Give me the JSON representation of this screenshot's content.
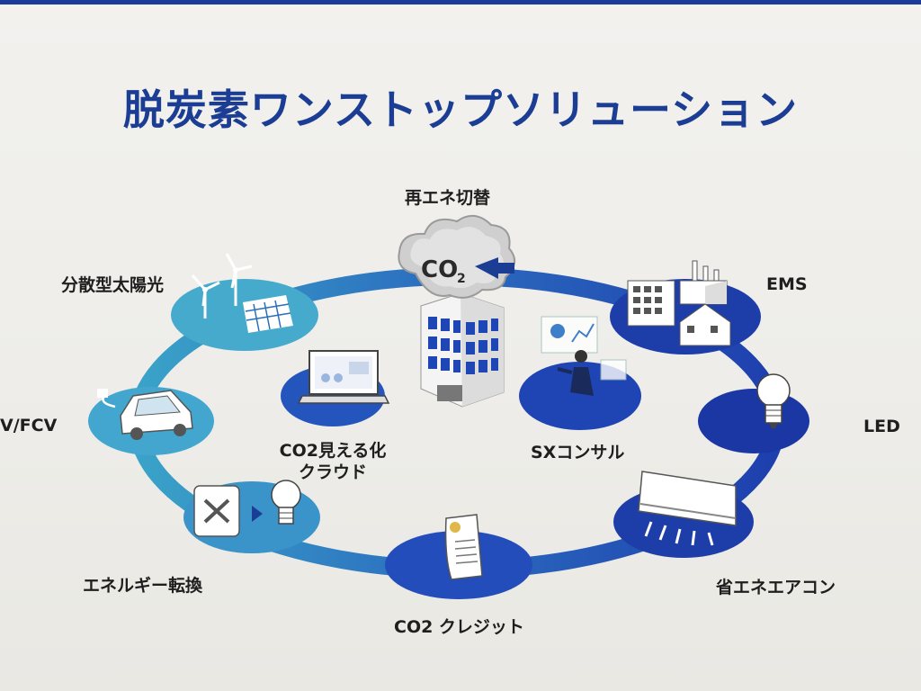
{
  "title": "脱炭素ワンストップソリューション",
  "colors": {
    "brand_blue": "#1b3d94",
    "ring_dark": "#1e3fae",
    "ring_light": "#3aa3c8",
    "label_text": "#1e1e1e"
  },
  "nodes": {
    "renewable_switch": {
      "label": "再エネ切替",
      "icon": "co2-cloud-icon"
    },
    "ems": {
      "label": "EMS",
      "icon": "factory-icon"
    },
    "led": {
      "label": "LED",
      "icon": "lightbulb-icon"
    },
    "efficient_aircon": {
      "label": "省エネエアコン",
      "icon": "air-conditioner-icon"
    },
    "co2_credit": {
      "label": "CO2 クレジット",
      "icon": "certificate-icon"
    },
    "energy_conversion": {
      "label": "エネルギー転換",
      "icon": "fuel-can-icon"
    },
    "ev_fcv": {
      "label": "V/FCV",
      "icon": "electric-car-icon"
    },
    "distributed_solar": {
      "label": "分散型太陽光",
      "icon": "solar-wind-icon"
    },
    "co2_cloud": {
      "label_line1": "CO2見える化",
      "label_line2": "クラウド",
      "icon": "laptop-dashboard-icon"
    },
    "sx_consulting": {
      "label": "SXコンサル",
      "icon": "consultant-icon"
    }
  },
  "badge": {
    "text_main": "CO",
    "text_sub": "2"
  }
}
